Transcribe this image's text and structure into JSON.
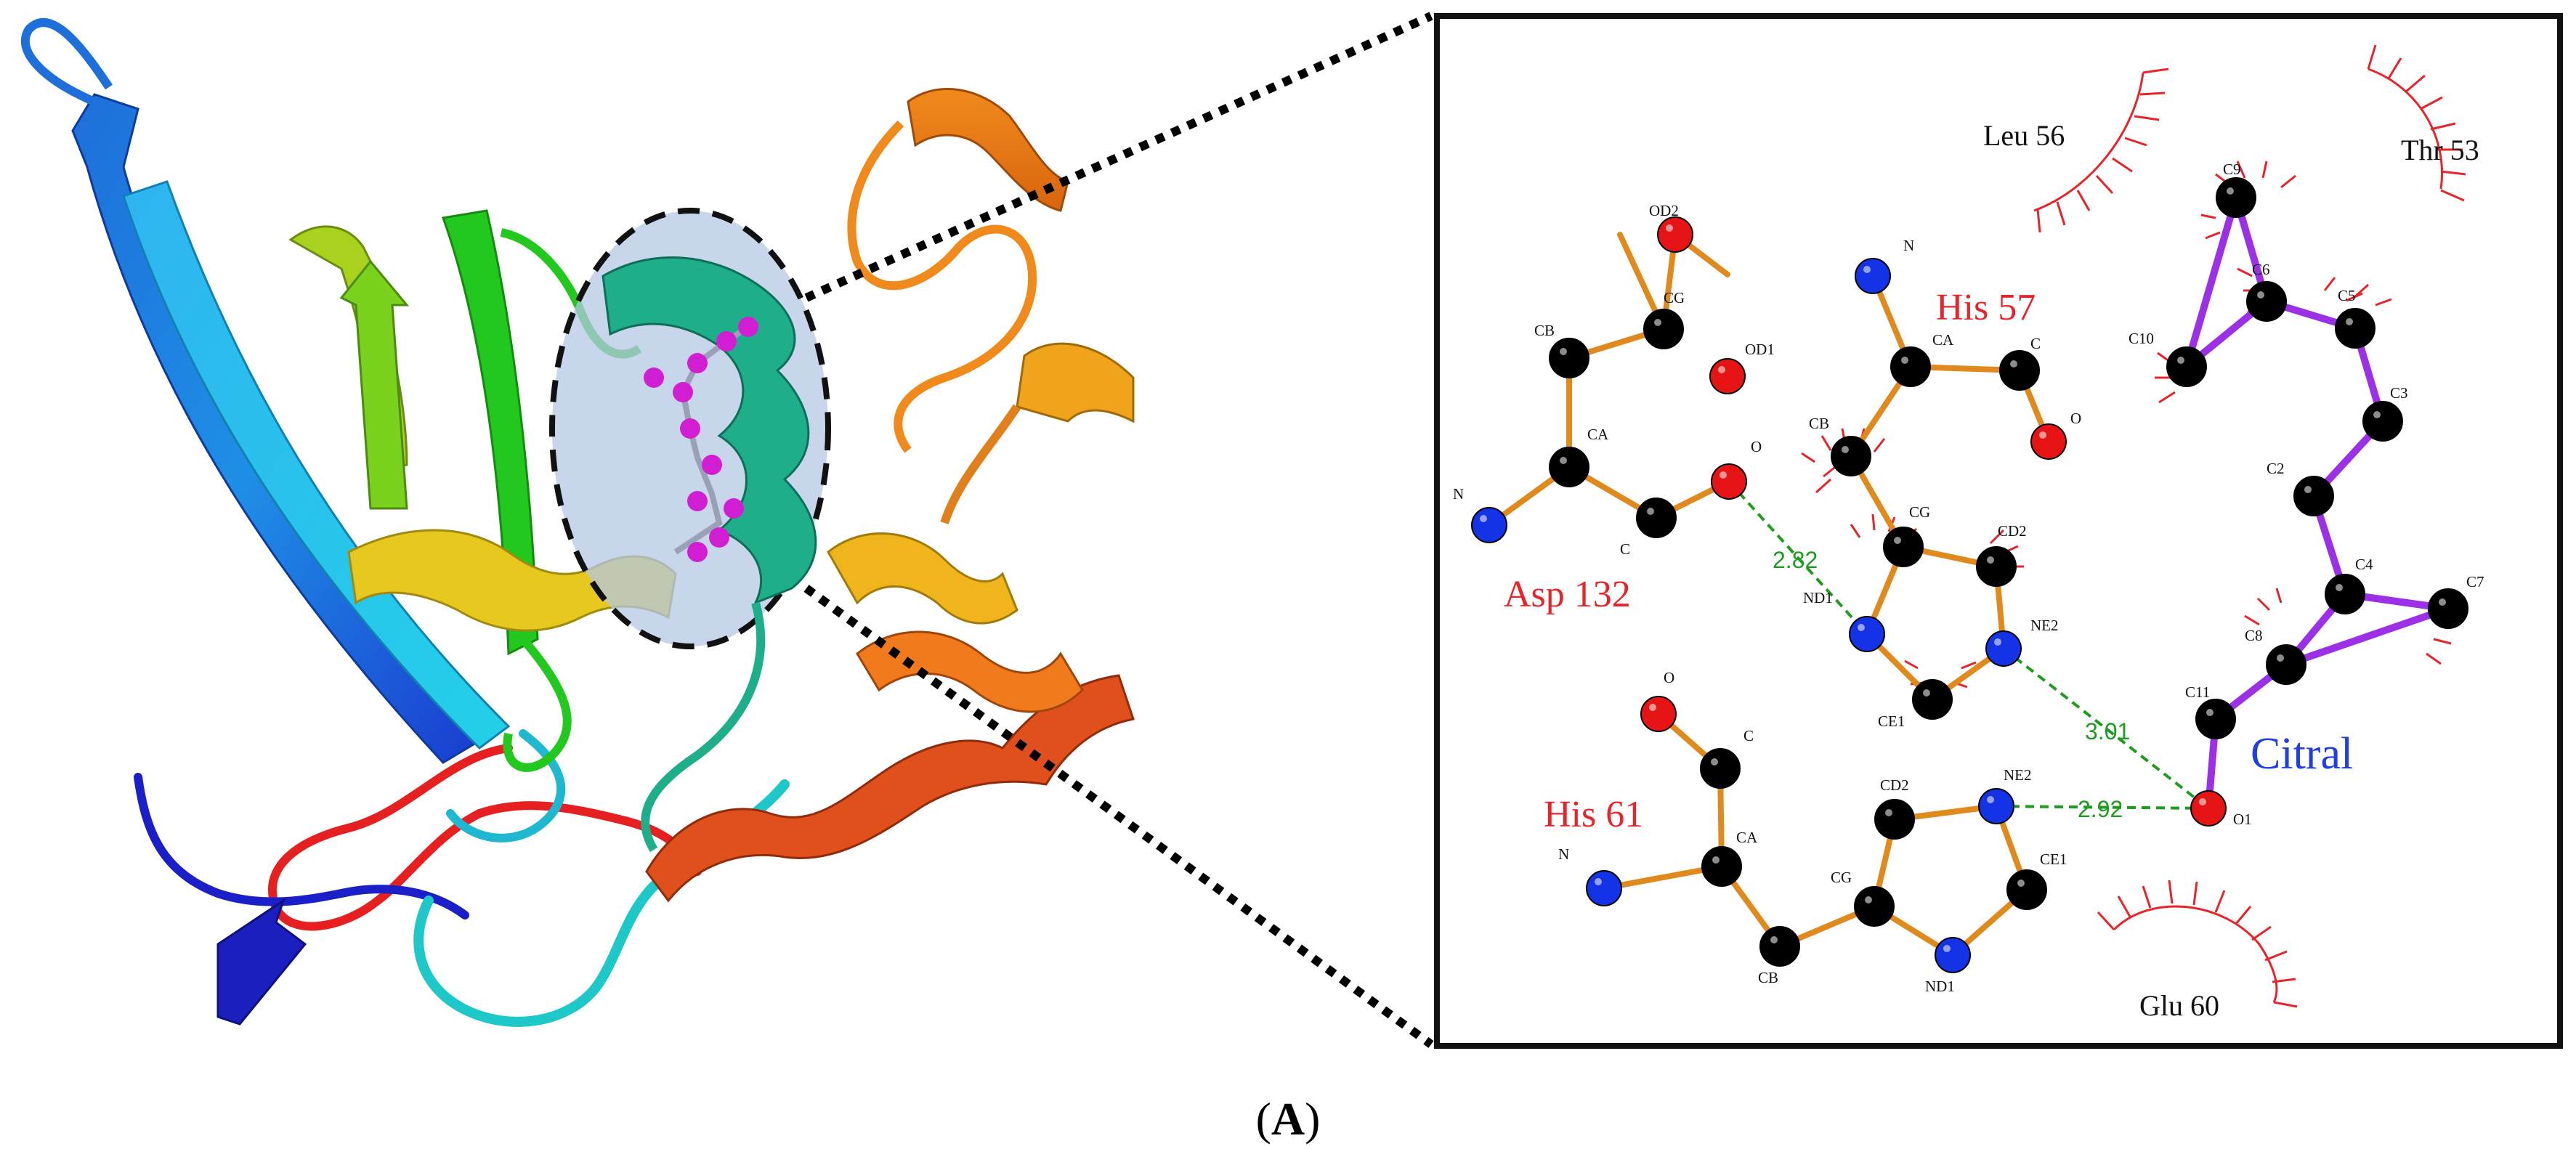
{
  "caption": {
    "open": "(",
    "letter": "A",
    "close": ")"
  },
  "ligand_name": "Citral",
  "residues": {
    "asp132": "Asp 132",
    "his57": "His 57",
    "his61": "His 61",
    "leu56": "Leu 56",
    "thr53": "Thr 53",
    "glu60": "Glu 60"
  },
  "distances": {
    "d1": "2.82",
    "d2": "3.01",
    "d3": "2.92"
  },
  "atoms": {
    "asp132": {
      "od2": "OD2",
      "cg": "CG",
      "od1": "OD1",
      "cb": "CB",
      "ca": "CA",
      "n": "N",
      "c": "C",
      "o": "O"
    },
    "his57": {
      "n": "N",
      "ca": "CA",
      "c": "C",
      "o": "O",
      "cb": "CB",
      "cg": "CG",
      "cd2": "CD2",
      "nd1": "ND1",
      "ne2": "NE2",
      "ce1": "CE1"
    },
    "his61": {
      "o": "O",
      "c": "C",
      "n": "N",
      "ca": "CA",
      "cb": "CB",
      "cg": "CG",
      "cd2": "CD2",
      "ne2": "NE2",
      "ce1": "CE1",
      "nd1": "ND1"
    },
    "citral": {
      "c9": "C9",
      "c6": "C6",
      "c10": "C10",
      "c5": "C5",
      "c3": "C3",
      "c2": "C2",
      "c4": "C4",
      "c7": "C7",
      "c8": "C8",
      "c11": "C11",
      "o1": "O1"
    }
  },
  "colors": {
    "carbon": "#000000",
    "nitrogen": "#1432e6",
    "oxygen": "#e61414",
    "residue_bond": "#e08a1e",
    "ligand_bond": "#9b30e6",
    "hbond": "#1f9c1f",
    "hydrophobic": "#e8242a",
    "ligand_label": "#1f3fe6",
    "pocket_fill": "#b4c8e4"
  }
}
